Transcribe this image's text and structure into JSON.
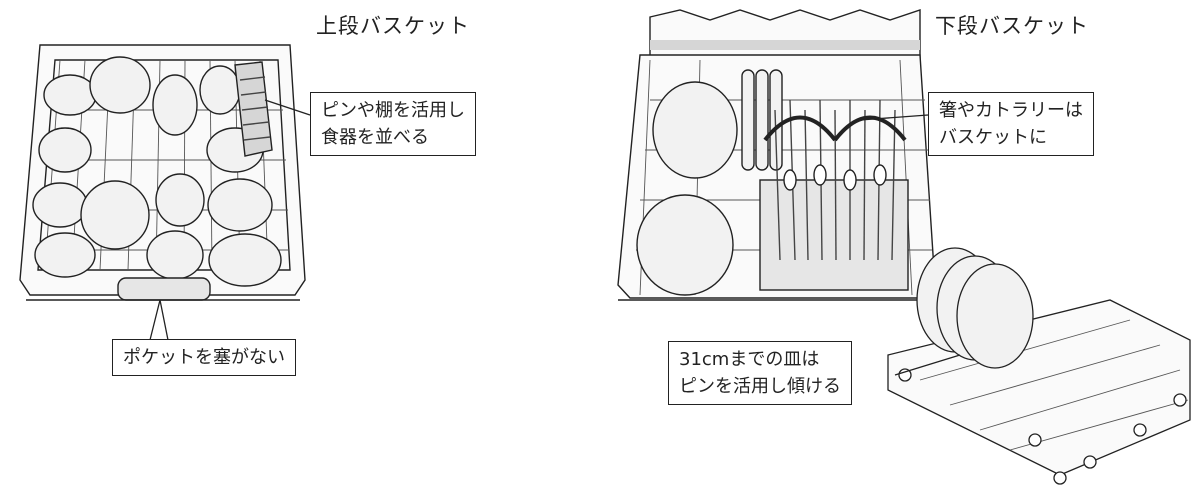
{
  "upper": {
    "title": "上段バスケット",
    "callout_pins": [
      "ピンや棚を活用し",
      "食器を並べる"
    ],
    "callout_pocket": "ポケットを塞がない"
  },
  "lower": {
    "title": "下段バスケット",
    "callout_cutlery": [
      "箸やカトラリーは",
      "バスケットに"
    ],
    "callout_plates": [
      "31cmまでの皿は",
      "ピンを活用し傾ける"
    ]
  },
  "colors": {
    "line": "#222222",
    "fill": "#f2f2f2",
    "shade": "#d6d6d6"
  }
}
